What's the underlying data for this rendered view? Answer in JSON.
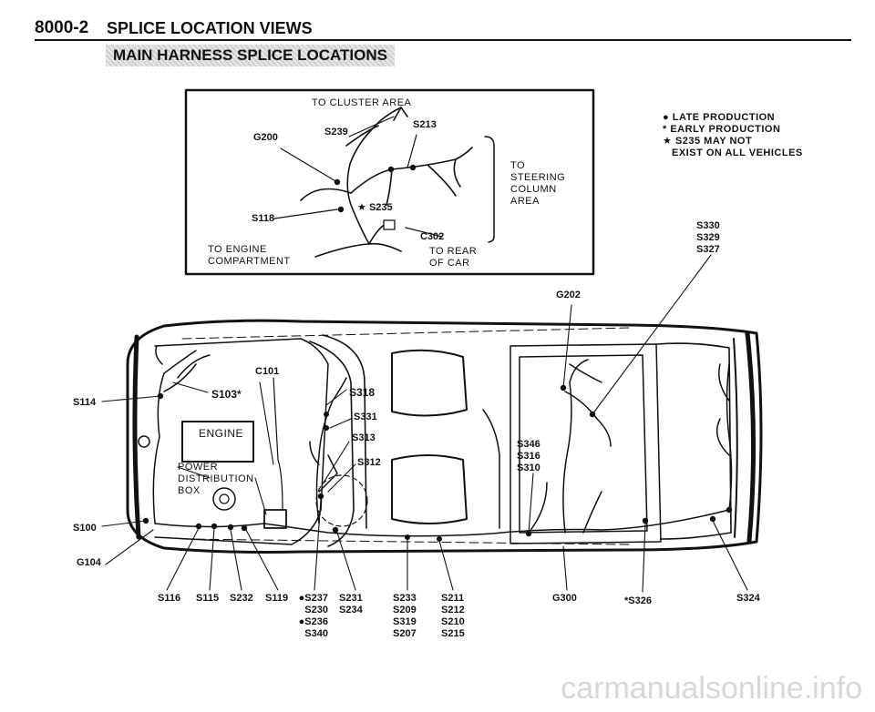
{
  "header": {
    "page_number": "8000-2",
    "title": "SPLICE LOCATION VIEWS",
    "section": "MAIN HARNESS SPLICE LOCATIONS"
  },
  "inset": {
    "to_cluster": "TO CLUSTER AREA",
    "to_steering": [
      "TO",
      "STEERING",
      "COLUMN",
      "AREA"
    ],
    "to_engine": [
      "TO ENGINE",
      "COMPARTMENT"
    ],
    "to_rear": [
      "TO REAR",
      "OF CAR"
    ],
    "g200": "G200",
    "s239": "S239",
    "s213": "S213",
    "s235": "S235",
    "s118": "S118",
    "c302": "C302"
  },
  "legend": {
    "dot": "LATE PRODUCTION",
    "asterisk": "EARLY PRODUCTION",
    "star_line1": "S235 MAY NOT",
    "star_line2": "EXIST ON ALL VEHICLES",
    "dot_symbol": "●",
    "asterisk_symbol": "*",
    "star_symbol": "★"
  },
  "car": {
    "engine": "ENGINE",
    "pdb": [
      "POWER",
      "DISTRIBUTION",
      "BOX"
    ],
    "c101": "C101",
    "s103": "S103*",
    "s114": "S114",
    "s100": "S100",
    "g104": "G104",
    "s318": "S318",
    "s331": "S331",
    "s313": "S313",
    "s312": "S312",
    "s346_group": [
      "S346",
      "S316",
      "S310"
    ],
    "s330_group": [
      "S330",
      "S329",
      "S327"
    ],
    "g202": "G202"
  },
  "bottom": {
    "s116": "S116",
    "s115": "S115",
    "s232": "S232",
    "s119": "S119",
    "col1": [
      "●S237",
      "S230",
      "●S236",
      "S340"
    ],
    "col2": [
      "S231",
      "S234"
    ],
    "col3": [
      "S233",
      "S209",
      "S319",
      "S207"
    ],
    "col4": [
      "S211",
      "S212",
      "S210",
      "S215"
    ],
    "g300": "G300",
    "s326": "*S326",
    "s324": "S324"
  },
  "watermark": "carmanualsonline.info"
}
